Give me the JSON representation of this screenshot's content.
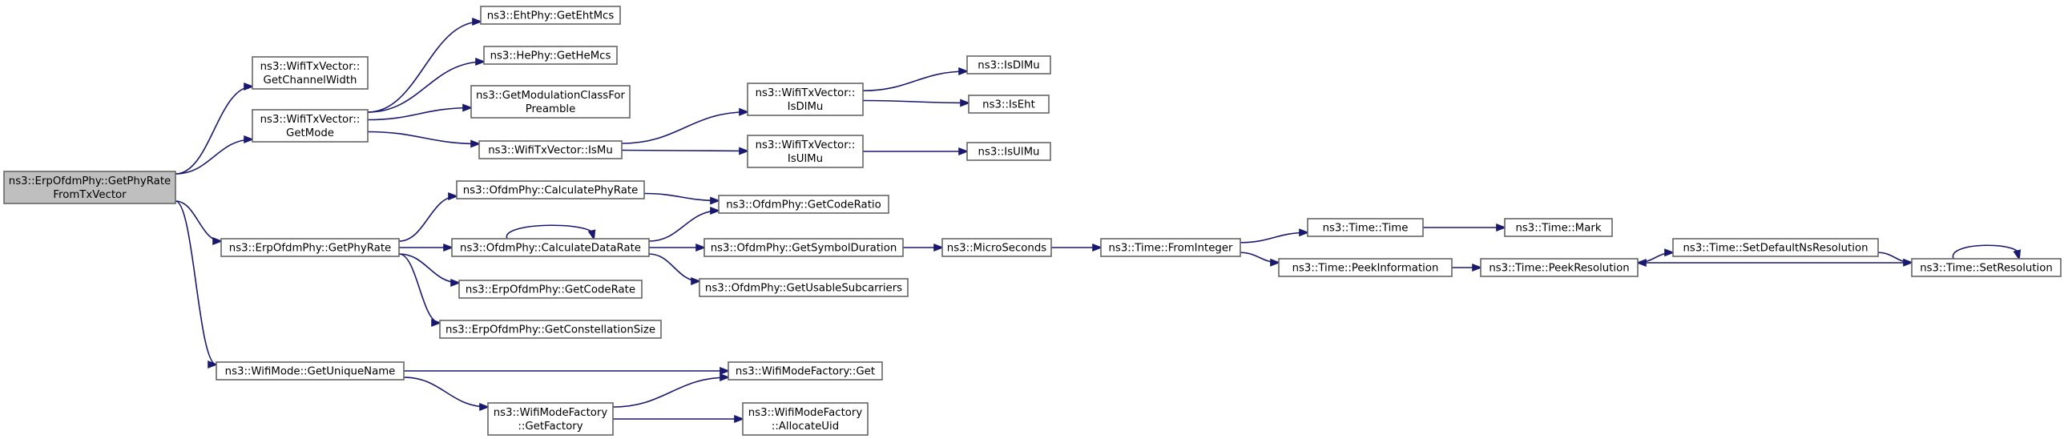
{
  "nodes": [
    {
      "id": "root",
      "lines": [
        "ns3::ErpOfdmPhy::GetPhyRate",
        "FromTxVector"
      ],
      "root": true
    },
    {
      "id": "getChannelWidth",
      "lines": [
        "ns3::WifiTxVector::",
        "GetChannelWidth"
      ]
    },
    {
      "id": "getMode",
      "lines": [
        "ns3::WifiTxVector::",
        "GetMode"
      ]
    },
    {
      "id": "getPhyRate",
      "lines": [
        "ns3::ErpOfdmPhy::GetPhyRate"
      ]
    },
    {
      "id": "getUniqueName",
      "lines": [
        "ns3::WifiMode::GetUniqueName"
      ]
    },
    {
      "id": "getEhtMcs",
      "lines": [
        "ns3::EhtPhy::GetEhtMcs"
      ]
    },
    {
      "id": "getHeMcs",
      "lines": [
        "ns3::HePhy::GetHeMcs"
      ]
    },
    {
      "id": "getModClass",
      "lines": [
        "ns3::GetModulationClassFor",
        "Preamble"
      ]
    },
    {
      "id": "isMu",
      "lines": [
        "ns3::WifiTxVector::IsMu"
      ]
    },
    {
      "id": "isDlMuVec",
      "lines": [
        "ns3::WifiTxVector::",
        "IsDlMu"
      ]
    },
    {
      "id": "isUlMuVec",
      "lines": [
        "ns3::WifiTxVector::",
        "IsUlMu"
      ]
    },
    {
      "id": "isDlMu",
      "lines": [
        "ns3::IsDlMu"
      ]
    },
    {
      "id": "isEht",
      "lines": [
        "ns3::IsEht"
      ]
    },
    {
      "id": "isUlMu",
      "lines": [
        "ns3::IsUlMu"
      ]
    },
    {
      "id": "calcPhyRate",
      "lines": [
        "ns3::OfdmPhy::CalculatePhyRate"
      ]
    },
    {
      "id": "calcDataRate",
      "lines": [
        "ns3::OfdmPhy::CalculateDataRate"
      ]
    },
    {
      "id": "erpGetCodeRate",
      "lines": [
        "ns3::ErpOfdmPhy::GetCodeRate"
      ]
    },
    {
      "id": "erpGetConst",
      "lines": [
        "ns3::ErpOfdmPhy::GetConstellationSize"
      ]
    },
    {
      "id": "getCodeRatio",
      "lines": [
        "ns3::OfdmPhy::GetCodeRatio"
      ]
    },
    {
      "id": "getSymDur",
      "lines": [
        "ns3::OfdmPhy::GetSymbolDuration"
      ]
    },
    {
      "id": "getUsable",
      "lines": [
        "ns3::OfdmPhy::GetUsableSubcarriers"
      ]
    },
    {
      "id": "microSeconds",
      "lines": [
        "ns3::MicroSeconds"
      ]
    },
    {
      "id": "fromInteger",
      "lines": [
        "ns3::Time::FromInteger"
      ]
    },
    {
      "id": "time",
      "lines": [
        "ns3::Time::Time"
      ]
    },
    {
      "id": "peekInfo",
      "lines": [
        "ns3::Time::PeekInformation"
      ]
    },
    {
      "id": "mark",
      "lines": [
        "ns3::Time::Mark"
      ]
    },
    {
      "id": "peekRes",
      "lines": [
        "ns3::Time::PeekResolution"
      ]
    },
    {
      "id": "setDefault",
      "lines": [
        "ns3::Time::SetDefaultNsResolution"
      ]
    },
    {
      "id": "setRes",
      "lines": [
        "ns3::Time::SetResolution"
      ]
    },
    {
      "id": "factoryGet",
      "lines": [
        "ns3::WifiModeFactory::Get"
      ]
    },
    {
      "id": "getFactory",
      "lines": [
        "ns3::WifiModeFactory",
        "::GetFactory"
      ]
    },
    {
      "id": "allocUid",
      "lines": [
        "ns3::WifiModeFactory",
        "::AllocateUid"
      ]
    }
  ],
  "edges": [
    {
      "from": "root",
      "to": "getChannelWidth"
    },
    {
      "from": "root",
      "to": "getMode"
    },
    {
      "from": "root",
      "to": "getPhyRate"
    },
    {
      "from": "root",
      "to": "getUniqueName"
    },
    {
      "from": "getMode",
      "to": "getEhtMcs"
    },
    {
      "from": "getMode",
      "to": "getHeMcs"
    },
    {
      "from": "getMode",
      "to": "getModClass"
    },
    {
      "from": "getMode",
      "to": "isMu"
    },
    {
      "from": "isMu",
      "to": "isDlMuVec"
    },
    {
      "from": "isMu",
      "to": "isUlMuVec"
    },
    {
      "from": "isDlMuVec",
      "to": "isDlMu"
    },
    {
      "from": "isDlMuVec",
      "to": "isEht"
    },
    {
      "from": "isUlMuVec",
      "to": "isUlMu"
    },
    {
      "from": "getPhyRate",
      "to": "calcPhyRate"
    },
    {
      "from": "getPhyRate",
      "to": "calcDataRate"
    },
    {
      "from": "getPhyRate",
      "to": "erpGetCodeRate"
    },
    {
      "from": "getPhyRate",
      "to": "erpGetConst"
    },
    {
      "from": "calcPhyRate",
      "to": "getCodeRatio"
    },
    {
      "from": "calcDataRate",
      "to": "calcDataRate"
    },
    {
      "from": "calcDataRate",
      "to": "getCodeRatio"
    },
    {
      "from": "calcDataRate",
      "to": "getSymDur"
    },
    {
      "from": "calcDataRate",
      "to": "getUsable"
    },
    {
      "from": "getSymDur",
      "to": "microSeconds"
    },
    {
      "from": "microSeconds",
      "to": "fromInteger"
    },
    {
      "from": "fromInteger",
      "to": "time"
    },
    {
      "from": "fromInteger",
      "to": "peekInfo"
    },
    {
      "from": "time",
      "to": "mark"
    },
    {
      "from": "peekInfo",
      "to": "peekRes"
    },
    {
      "from": "peekRes",
      "to": "setDefault"
    },
    {
      "from": "setDefault",
      "to": "setRes"
    },
    {
      "from": "setRes",
      "to": "peekRes"
    },
    {
      "from": "setRes",
      "to": "setRes"
    },
    {
      "from": "getUniqueName",
      "to": "factoryGet"
    },
    {
      "from": "getUniqueName",
      "to": "getFactory"
    },
    {
      "from": "getFactory",
      "to": "factoryGet"
    },
    {
      "from": "getFactory",
      "to": "allocUid"
    }
  ]
}
